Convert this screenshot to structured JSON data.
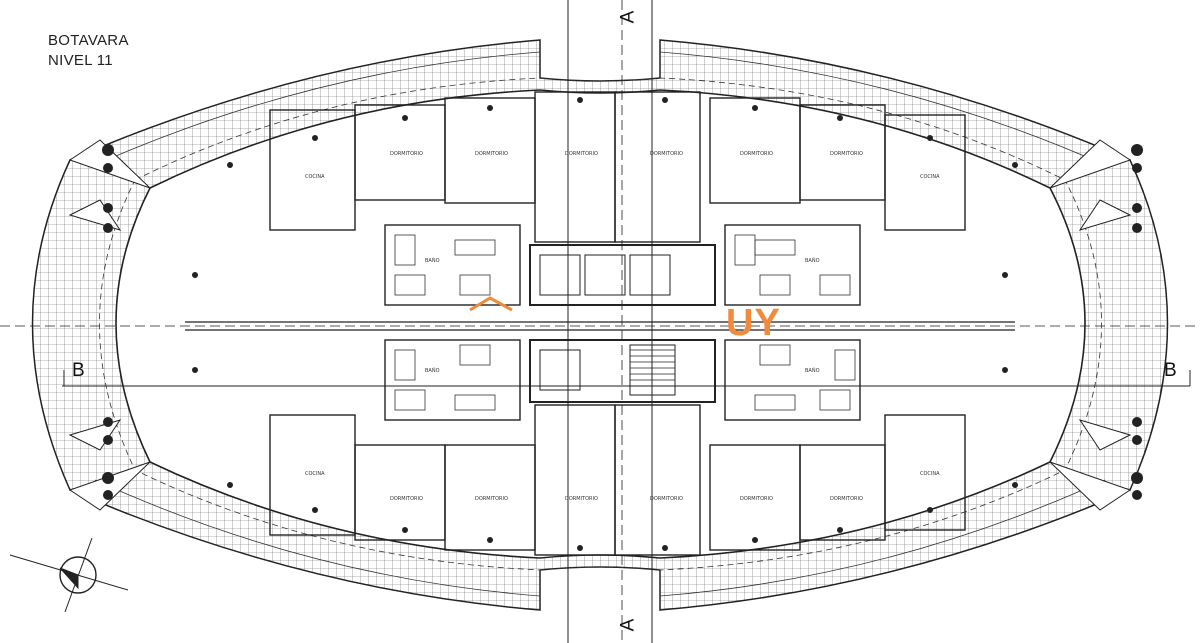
{
  "title": {
    "line1": "BOTAVARA",
    "line2": "NIVEL 11"
  },
  "section_marks": {
    "a": "A",
    "b": "B"
  },
  "watermark": {
    "text": "UY",
    "color": "#f28a3c"
  },
  "room_labels": {
    "kitchen": "COCINA",
    "bedroom": "DORMITORIO",
    "bath": "BAÑO"
  },
  "colors": {
    "line": "#222222",
    "grid": "#555555",
    "background": "#ffffff"
  }
}
